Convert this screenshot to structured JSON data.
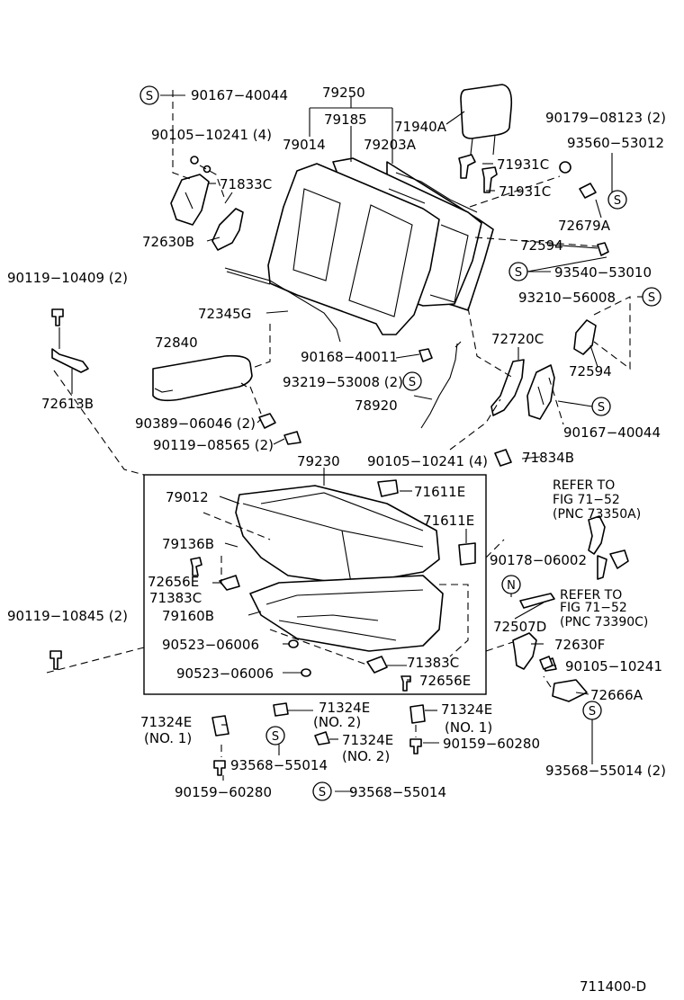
{
  "diagram_code": "711400-D",
  "symbols": {
    "s": "S",
    "n": "N"
  },
  "labels": {
    "p90167_40044_top": "90167−40044",
    "p79250": "79250",
    "p79185": "79185",
    "p90105_10241_4_top": "90105−10241 (4)",
    "p79014": "79014",
    "p79203A": "79203A",
    "p71940A": "71940A",
    "p90179_08123": "90179−08123 (2)",
    "p93560_53012": "93560−53012",
    "p71833C": "71833C",
    "p71931C_a": "71931C",
    "p71931C_b": "71931C",
    "p72630B": "72630B",
    "p72679A": "72679A",
    "p72594_a": "72594",
    "p93540_53010": "93540−53010",
    "p90119_10409": "90119−10409 (2)",
    "p93210_56008": "93210−56008",
    "p72345G": "72345G",
    "p72840": "72840",
    "p72720C": "72720C",
    "p90168_40011": "90168−40011",
    "p72594_b": "72594",
    "p93219_53008": "93219−53008 (2)",
    "p72613B": "72613B",
    "p78920": "78920",
    "p90389_06046": "90389−06046 (2)",
    "p90167_40044_right": "90167−40044",
    "p90119_08565": "90119−08565 (2)",
    "p71834B": "71834B",
    "p79230": "79230",
    "p90105_10241_4_mid": "90105−10241 (4)",
    "p79012": "79012",
    "p71611E_a": "71611E",
    "p71611E_b": "71611E",
    "refer1_line1": "REFER TO",
    "refer1_line2": "FIG 71−52",
    "refer1_line3": "(PNC 73350A)",
    "p79136B": "79136B",
    "p90178_06002": "90178−06002",
    "p72656E_a": "72656E",
    "p71383C_a": "71383C",
    "refer2_line1": "REFER TO",
    "refer2_line2": "FIG 71−52",
    "refer2_line3": "(PNC 73390C)",
    "p90119_10845": "90119−10845 (2)",
    "p79160B": "79160B",
    "p72507D": "72507D",
    "p90523_06006_a": "90523−06006",
    "p72630F": "72630F",
    "p90105_10241_right": "90105−10241",
    "p90523_06006_b": "90523−06006",
    "p71383C_b": "71383C",
    "p72656E_b": "72656E",
    "p72666A": "72666A",
    "p71324E_left": "71324E",
    "p71324E_left_no": "(NO. 1)",
    "p71324E_mid": "71324E",
    "p71324E_mid_no": "(NO. 2)",
    "p71324E_right": "71324E",
    "p71324E_right_no": "(NO. 1)",
    "p71324E_low": "71324E",
    "p71324E_low_no": "(NO. 2)",
    "p90159_60280_right": "90159−60280",
    "p93568_55014_mid": "93568−55014",
    "p93568_55014_right": "93568−55014 (2)",
    "p90159_60280_left": "90159−60280",
    "p93568_55014_low": "93568−55014"
  }
}
